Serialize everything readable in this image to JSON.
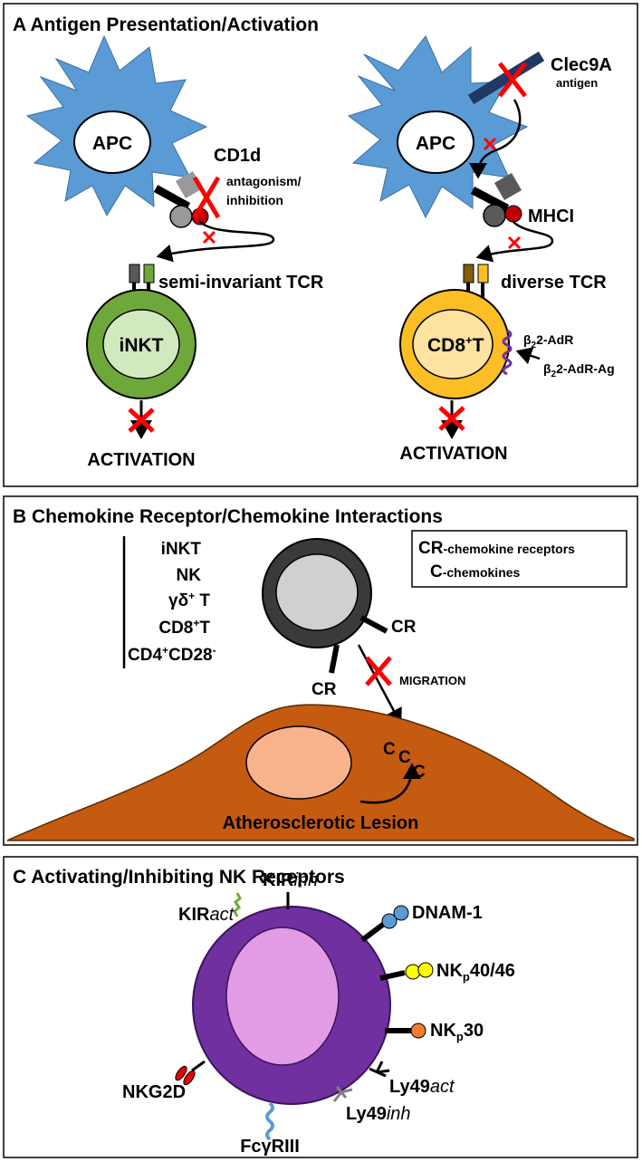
{
  "panelA": {
    "title": "A  Antigen Presentation/Activation",
    "left": {
      "apc": "APC",
      "cd1d": "CD1d",
      "antag1": "antagonism/",
      "antag2": "inhibition",
      "tcr": "semi-invariant TCR",
      "cell": "iNKT",
      "activation": "ACTIVATION"
    },
    "right": {
      "clec": "Clec9A",
      "antigen": "antigen",
      "apc": "APC",
      "mhc": "MHCI",
      "tcr": "diverse TCR",
      "cell": "CD8",
      "cellSup": "+",
      "cellEnd": "T",
      "adr": "2-AdR",
      "adrag": "2-AdR-Ag",
      "beta": "β",
      "activation": "ACTIVATION"
    }
  },
  "panelB": {
    "title": "B  Chemokine Receptor/Chemokine Interactions",
    "cells": [
      {
        "main": "iNKT",
        "sup": ""
      },
      {
        "main": "NK",
        "sup": ""
      },
      {
        "main": "γδ",
        "sup": "+",
        "end": " T"
      },
      {
        "main": "CD8",
        "sup": "+",
        "end": "T"
      },
      {
        "main": "CD4",
        "sup": "+",
        "end": "CD28",
        "sup2": "-"
      }
    ],
    "legend": {
      "cr": "CR",
      "crText": "-chemokine receptors",
      "c": "C",
      "cText": "-chemokines"
    },
    "cr": "CR",
    "migration": "MIGRATION",
    "c": "C",
    "lesion": "Atherosclerotic Lesion"
  },
  "panelC": {
    "title": "C  Activating/Inhibiting NK Receptors",
    "kirAct": {
      "main": "KIR",
      "it": "act"
    },
    "kirInh": {
      "main": "KIR",
      "it": "inh"
    },
    "dnam": "DNAM-1",
    "nkp4046": {
      "main": "NK",
      "sub": "p",
      "end": "40/46"
    },
    "nkp30": {
      "main": "NK",
      "sub": "p",
      "end": "30"
    },
    "ly49act": {
      "main": "Ly49",
      "it": "act"
    },
    "ly49inh": {
      "main": "Ly49",
      "it": "inh"
    },
    "nkg2d": "NKG2D",
    "fcg": "FcγRIII"
  },
  "colors": {
    "apc": "#5b9bd5",
    "inktOuter": "#6fa83a",
    "inktInner": "#d2e8bf",
    "cd8Outer": "#fbbe24",
    "cd8Inner": "#fde2a0",
    "lesion": "#c55a11",
    "lesionNucleus": "#f8b38c",
    "nkOuter": "#7030a0",
    "nkInner": "#e29be4",
    "red": "#e00000"
  }
}
